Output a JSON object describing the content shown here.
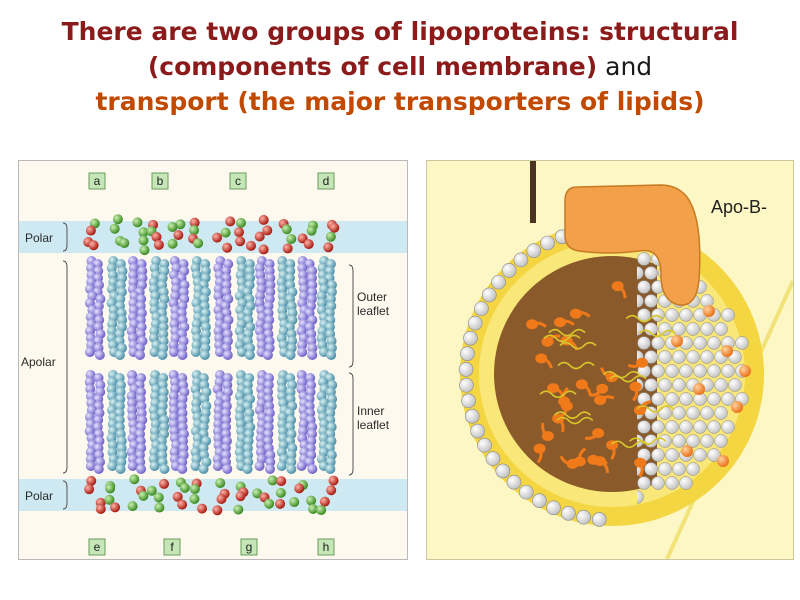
{
  "title": {
    "line1_a": "There are two groups of lipoproteins: ",
    "line1_b": "structural",
    "line2_a": "(components of cell membrane)",
    "line2_b": " and",
    "line3": "transport (the major transporters of lipids)"
  },
  "membrane": {
    "top_letters": [
      "a",
      "b",
      "c",
      "d"
    ],
    "bottom_letters": [
      "e",
      "f",
      "g",
      "h"
    ],
    "polar_label": "Polar",
    "apolar_label": "Apolar",
    "outer_label_1": "Outer",
    "outer_label_2": "leaflet",
    "inner_label_1": "Inner",
    "inner_label_2": "leaflet"
  },
  "lipoprotein": {
    "apo_label": "Apo-B-"
  },
  "colors": {
    "title_dark_red": "#8b1a1a",
    "title_orange": "#c14a00",
    "polar_band": "#cfe9f3",
    "core_brown": "#8a5a2b",
    "apo_orange": "#f2a04a",
    "cholesterol_orange": "#f07a1a"
  }
}
